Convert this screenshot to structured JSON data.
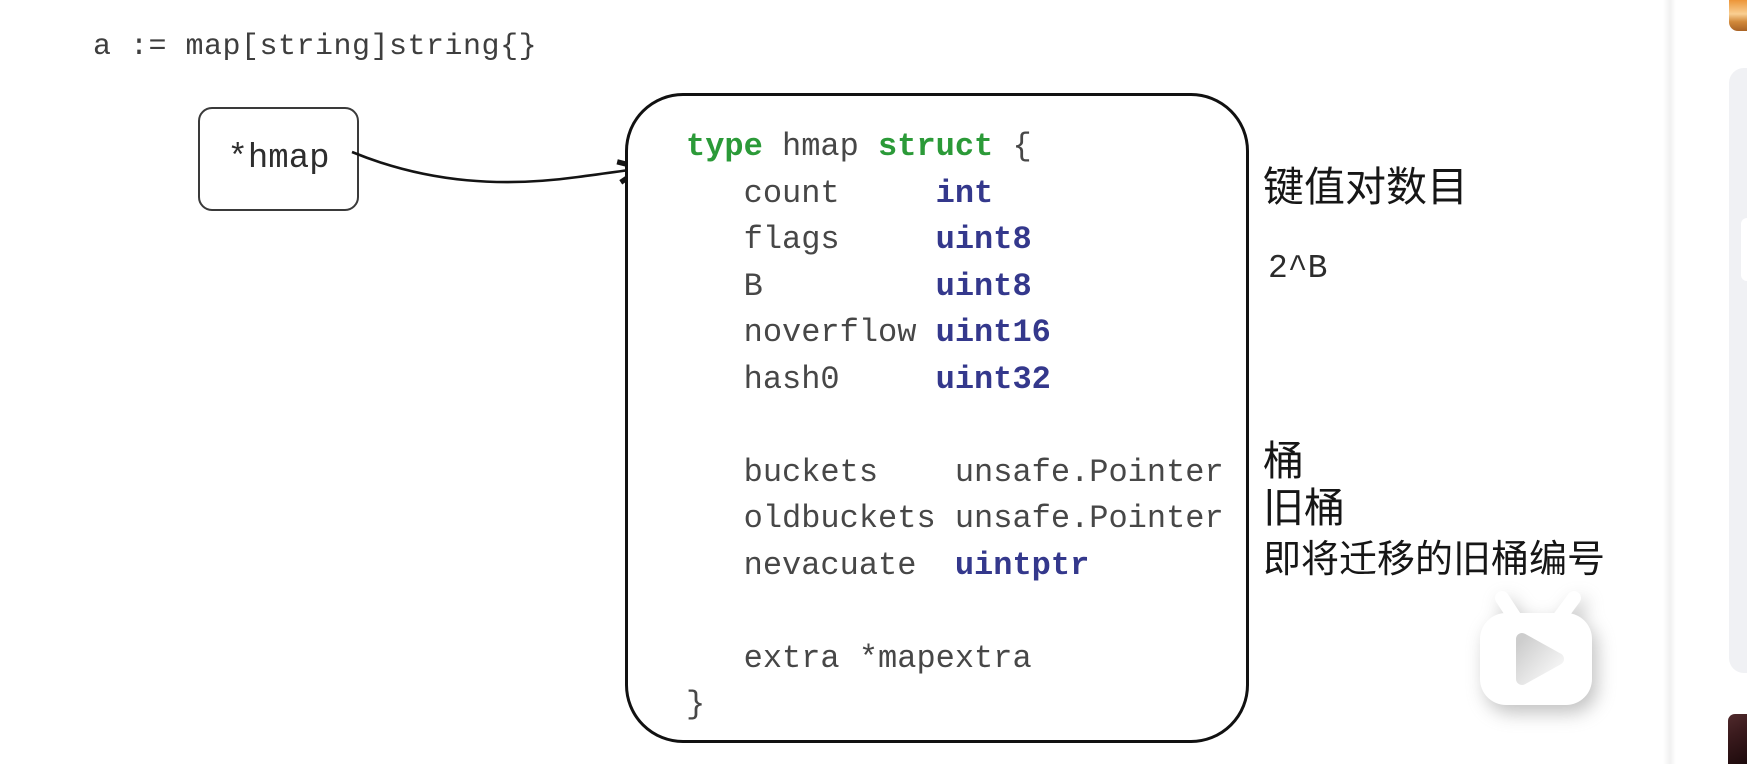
{
  "declaration": "a := map[string]string{}",
  "pointer_box": {
    "label": "*hmap"
  },
  "struct_code": {
    "lines": [
      [
        {
          "t": "type",
          "c": "keyword"
        },
        {
          "t": " hmap ",
          "c": "plain"
        },
        {
          "t": "struct",
          "c": "keyword"
        },
        {
          "t": " {",
          "c": "plain"
        }
      ],
      [
        {
          "t": "   count     ",
          "c": "plain"
        },
        {
          "t": "int",
          "c": "type"
        }
      ],
      [
        {
          "t": "   flags     ",
          "c": "plain"
        },
        {
          "t": "uint8",
          "c": "type"
        }
      ],
      [
        {
          "t": "   B         ",
          "c": "plain"
        },
        {
          "t": "uint8",
          "c": "type"
        }
      ],
      [
        {
          "t": "   noverflow ",
          "c": "plain"
        },
        {
          "t": "uint16",
          "c": "type"
        }
      ],
      [
        {
          "t": "   hash0     ",
          "c": "plain"
        },
        {
          "t": "uint32",
          "c": "type"
        }
      ],
      [],
      [
        {
          "t": "   buckets    unsafe.Pointer",
          "c": "plain"
        }
      ],
      [
        {
          "t": "   oldbuckets unsafe.Pointer",
          "c": "plain"
        }
      ],
      [
        {
          "t": "   nevacuate  ",
          "c": "plain"
        },
        {
          "t": "uintptr",
          "c": "type"
        }
      ],
      [],
      [
        {
          "t": "   extra *mapextra",
          "c": "plain"
        }
      ],
      [
        {
          "t": "}",
          "c": "plain"
        }
      ]
    ]
  },
  "annotations": [
    {
      "text": "键值对数目"
    },
    {
      "text": "2^B"
    },
    {
      "text": "桶"
    },
    {
      "text": "旧桶"
    },
    {
      "text": "即将迁移的旧桶编号"
    }
  ],
  "icons": {
    "watermark": "tv-play-icon"
  },
  "colors": {
    "code_plain": "#474747",
    "code_keyword": "#2b9a38",
    "code_type": "#34388c",
    "ink": "#161616",
    "sidebar_panel": "#f0f1f4",
    "orange_badge": "#ec9538",
    "thumbnail_dark": "#3a1a1d"
  }
}
